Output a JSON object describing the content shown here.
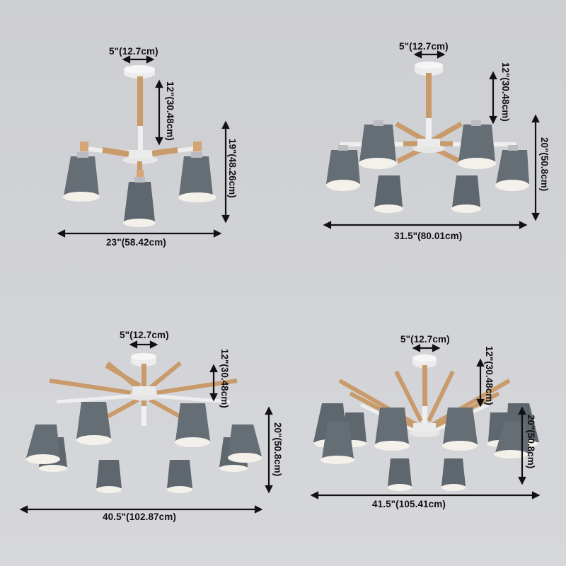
{
  "products": [
    {
      "id": "3-light",
      "lights": 3,
      "canopy_width": "5\"(12.7cm)",
      "rod_length": "12\"(30.48cm)",
      "total_height": "19\"(48.26cm)",
      "total_width": "23\"(58.42cm)"
    },
    {
      "id": "6-light",
      "lights": 6,
      "canopy_width": "5\"(12.7cm)",
      "rod_length": "12\"(30.48cm)",
      "total_height": "20\"(50.8cm)",
      "total_width": "31.5\"(80.01cm)"
    },
    {
      "id": "8-light",
      "lights": 8,
      "canopy_width": "5\"(12.7cm)",
      "rod_length": "12\"(30.48cm)",
      "total_height": "20\"(50.8cm)",
      "total_width": "40.5\"(102.87cm)"
    },
    {
      "id": "10-light",
      "lights": 10,
      "canopy_width": "5\"(12.7cm)",
      "rod_length": "12\"(30.48cm)",
      "total_height": "20\"(50.8cm)",
      "total_width": "41.5\"(105.41cm)"
    }
  ],
  "colors": {
    "background": "#cfd0d4",
    "shade": "#656d75",
    "shade_inner": "#f4f1ea",
    "wood": "#c99a6a",
    "white_metal": "#eeeeee",
    "arrow": "#111111"
  }
}
